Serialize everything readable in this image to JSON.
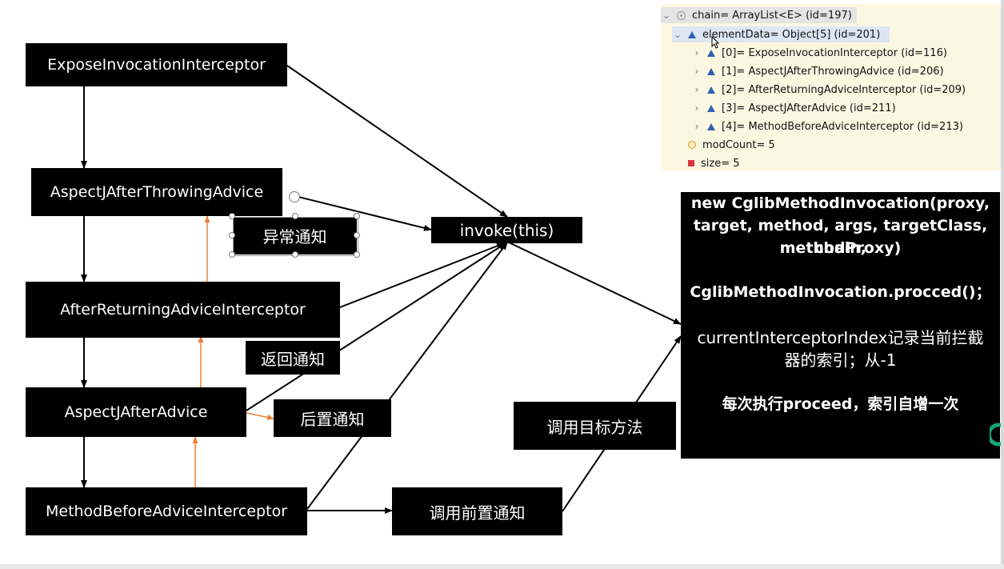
{
  "nodes": {
    "expose": "ExposeInvocationInterceptor",
    "after_throwing": "AspectJAfterThrowingAdvice",
    "after_returning": "AfterReturningAdviceInterceptor",
    "after": "AspectJAfterAdvice",
    "method_before": "MethodBeforeAdviceInterceptor",
    "invoke": "invoke(this)"
  },
  "labels": {
    "exception_advice": "异常通知",
    "returning_advice": "返回通知",
    "after_advice": "后置通知",
    "call_before_advice": "调用前置通知",
    "call_target_method": "调用目标方法"
  },
  "debugger": {
    "chain": "chain= ArrayList<E>  (id=197)",
    "element_data": "elementData= Object[5]  (id=201)",
    "items": [
      "[0]= ExposeInvocationInterceptor  (id=116)",
      "[1]= AspectJAfterThrowingAdvice  (id=206)",
      "[2]= AfterReturningAdviceInterceptor  (id=209)",
      "[3]= AspectJAfterAdvice  (id=211)",
      "[4]= MethodBeforeAdviceInterceptor  (id=213)"
    ],
    "mod_count": "modCount= 5",
    "size": "size= 5"
  },
  "info_panel": {
    "line1": "new CglibMethodInvocation(proxy,",
    "line2": "target, method, args, targetClass, chain,",
    "line3": "methodProxy)",
    "line4": "CglibMethodInvocation.procced()；",
    "line5": "currentInterceptorIndex记录当前拦截",
    "line6": "器的索引；从-1",
    "line7": "每次执行proceed，索引自增一次"
  },
  "colors": {
    "box_bg": "#000000",
    "arrow_black": "#000000",
    "arrow_orange": "#e8823a",
    "debug_bg": "#fcf7e1",
    "debug_icon": "#2f62b4"
  }
}
